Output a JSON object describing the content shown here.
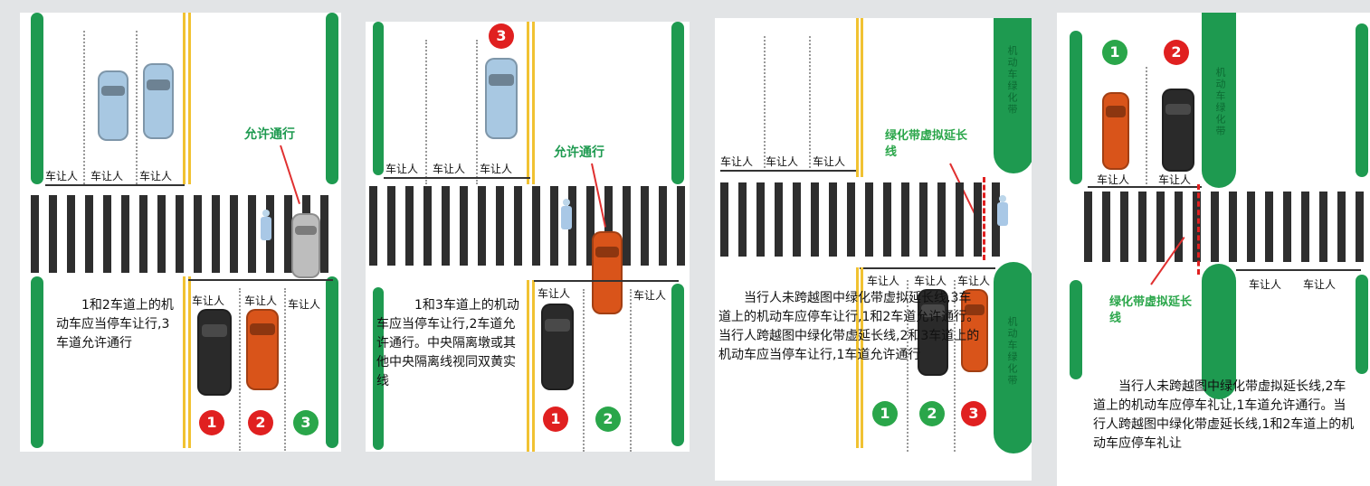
{
  "labels": {
    "yield": "车让人",
    "allow": "允许通行",
    "green_ext": "绿化带虚拟延长线",
    "green_belt": "机动车绿化带"
  },
  "panel1": {
    "desc": "1和2车道上的机动车应当停车让行,3车道允许通行",
    "badges": [
      "1",
      "2",
      "3"
    ]
  },
  "panel2": {
    "desc": "1和3车道上的机动车应当停车让行,2车道允许通行。中央隔离墩或其他中央隔离线视同双黄实线",
    "badges": [
      "3",
      "1",
      "2"
    ]
  },
  "panel3": {
    "desc": "当行人未跨越图中绿化带虚拟延长线,3车道上的机动车应停车让行,1和2车道允许通行。当行人跨越图中绿化带虚延长线,2和3车道上的机动车应当停车让行,1车道允许通行",
    "badges": [
      "1",
      "2",
      "3"
    ]
  },
  "panel4": {
    "desc": "当行人未跨越图中绿化带虚拟延长线,2车道上的机动车应停车礼让,1车道允许通行。当行人跨越图中绿化带虚延长线,1和2车道上的机动车应停车礼让",
    "badges": [
      "1",
      "2"
    ]
  },
  "colors": {
    "green": "#1e9a50",
    "red": "#e02020",
    "orange": "#d9541a",
    "blue_car": "#a8c8e2",
    "dark_car": "#2a2a2a"
  }
}
